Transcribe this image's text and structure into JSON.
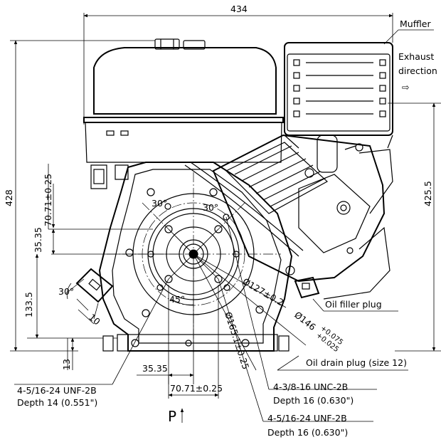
{
  "dimensions": {
    "overall_width": "434",
    "overall_height": "428",
    "right_height": "425.5",
    "vertical_offset": "70.71±0.25",
    "upper_offset": "35.35",
    "lower_height": "133.5",
    "base_offset": "13",
    "horizontal_offset": "35.35",
    "bottom_spacing": "70.71±0.25",
    "angle_30_left": "30°",
    "angle_30_right": "30°",
    "angle_30_side": "30°",
    "angle_45": "45°",
    "side_length": "10",
    "circle_127": "Ø127±0.2",
    "circle_146": "Ø146",
    "circle_146_tol_plus": "+0.075",
    "circle_146_tol_minus": "+0.025",
    "circle_165": "Ø165.1±0.25"
  },
  "labels": {
    "muffler": "Muffler",
    "exhaust_line1": "Exhaust",
    "exhaust_line2": "direction",
    "exhaust_arrow": "⇨",
    "oil_filler_plug": "Oil filler plug",
    "oil_drain_plug": "Oil drain plug (size 12)",
    "callout_1_line1": "4-5/16-24 UNF-2B",
    "callout_1_line2": "Depth 14 (0.551\")",
    "callout_2_line1": "4-3/8-16 UNC-2B",
    "callout_2_line2": "Depth 16 (0.630\")",
    "callout_3_line1": "4-5/16-24 UNF-2B",
    "callout_3_line2": "Depth 16 (0.630\")",
    "view_p": "P"
  }
}
